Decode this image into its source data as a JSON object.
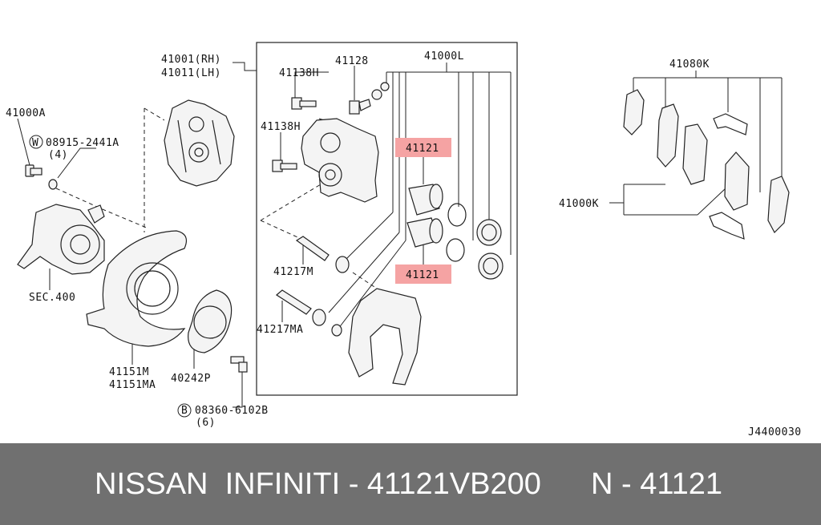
{
  "diagram": {
    "labels": {
      "part_41001_rh": "41001(RH)",
      "part_41011_lh": "41011(LH)",
      "part_41128": "41128",
      "part_41000l": "41000L",
      "part_41138h_top": "41138H",
      "part_41138h_mid": "41138H",
      "part_41000a": "41000A",
      "washer_code": "08915-2441A",
      "washer_qty": "(4)",
      "washer_symbol": "W",
      "part_41121_top": "41121",
      "part_41121_bottom": "41121",
      "part_41080k": "41080K",
      "part_41000k": "41000K",
      "part_41217m": "41217M",
      "part_41217ma": "41217MA",
      "section_400": "SEC.400",
      "part_41151m": "41151M",
      "part_41151ma": "41151MA",
      "part_40242p": "40242P",
      "bolt_code": "08360-6102B",
      "bolt_qty": "(6)",
      "bolt_symbol": "B",
      "diagram_id": "J4400030"
    },
    "highlight_color": "#f5a3a3"
  },
  "footer": {
    "left_text": "NISSAN  INFINITI - 41121VB200",
    "right_text": "N - 41121",
    "background": "#707070",
    "text_color": "#ffffff"
  }
}
